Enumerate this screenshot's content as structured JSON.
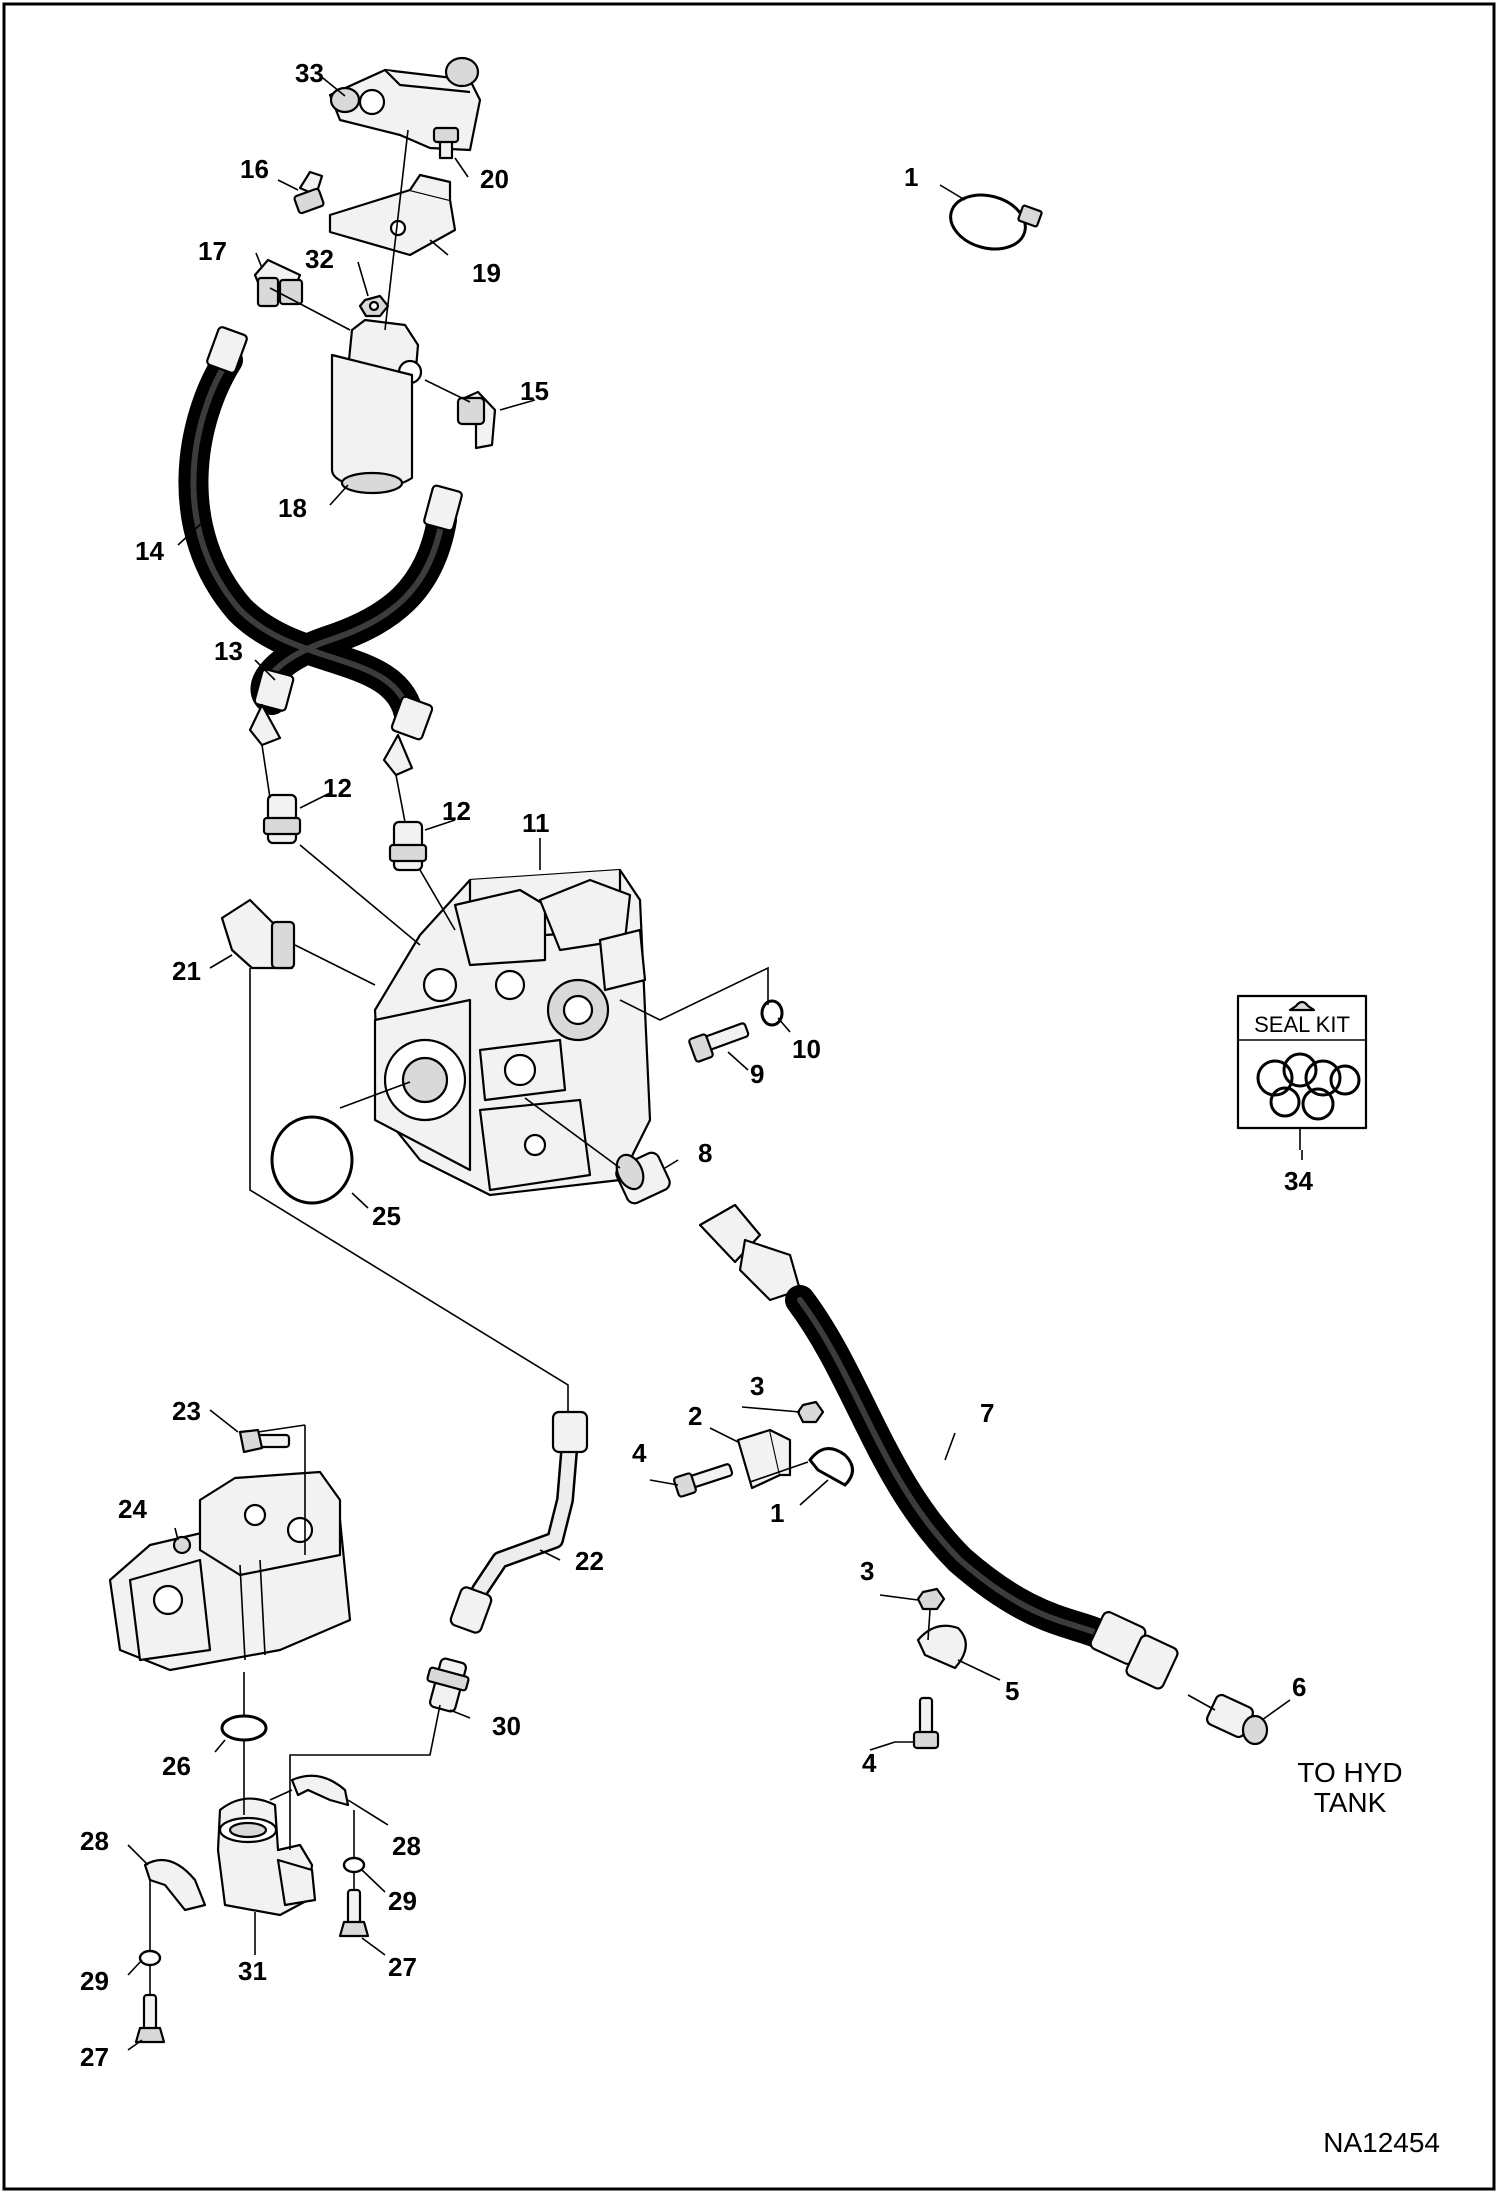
{
  "document_id": "NA12454",
  "seal_kit": {
    "title": "SEAL KIT",
    "item": "34"
  },
  "tank_note": {
    "line1": "TO HYD",
    "line2": "TANK"
  },
  "callouts": [
    {
      "id": "c33",
      "label": "33"
    },
    {
      "id": "c20",
      "label": "20"
    },
    {
      "id": "c16",
      "label": "16"
    },
    {
      "id": "c1a",
      "label": "1"
    },
    {
      "id": "c17",
      "label": "17"
    },
    {
      "id": "c32",
      "label": "32"
    },
    {
      "id": "c19",
      "label": "19"
    },
    {
      "id": "c15",
      "label": "15"
    },
    {
      "id": "c18",
      "label": "18"
    },
    {
      "id": "c14",
      "label": "14"
    },
    {
      "id": "c13",
      "label": "13"
    },
    {
      "id": "c12a",
      "label": "12"
    },
    {
      "id": "c12b",
      "label": "12"
    },
    {
      "id": "c11",
      "label": "11"
    },
    {
      "id": "c21",
      "label": "21"
    },
    {
      "id": "c10",
      "label": "10"
    },
    {
      "id": "c9",
      "label": "9"
    },
    {
      "id": "c8",
      "label": "8"
    },
    {
      "id": "c25",
      "label": "25"
    },
    {
      "id": "c23",
      "label": "23"
    },
    {
      "id": "c3a",
      "label": "3"
    },
    {
      "id": "c2",
      "label": "2"
    },
    {
      "id": "c7",
      "label": "7"
    },
    {
      "id": "c4a",
      "label": "4"
    },
    {
      "id": "c24",
      "label": "24"
    },
    {
      "id": "c1b",
      "label": "1"
    },
    {
      "id": "c22",
      "label": "22"
    },
    {
      "id": "c3b",
      "label": "3"
    },
    {
      "id": "c5",
      "label": "5"
    },
    {
      "id": "c6",
      "label": "6"
    },
    {
      "id": "c26",
      "label": "26"
    },
    {
      "id": "c30",
      "label": "30"
    },
    {
      "id": "c4b",
      "label": "4"
    },
    {
      "id": "c28a",
      "label": "28"
    },
    {
      "id": "c28b",
      "label": "28"
    },
    {
      "id": "c29a",
      "label": "29"
    },
    {
      "id": "c29b",
      "label": "29"
    },
    {
      "id": "c31",
      "label": "31"
    },
    {
      "id": "c27a",
      "label": "27"
    },
    {
      "id": "c27b",
      "label": "27"
    }
  ]
}
